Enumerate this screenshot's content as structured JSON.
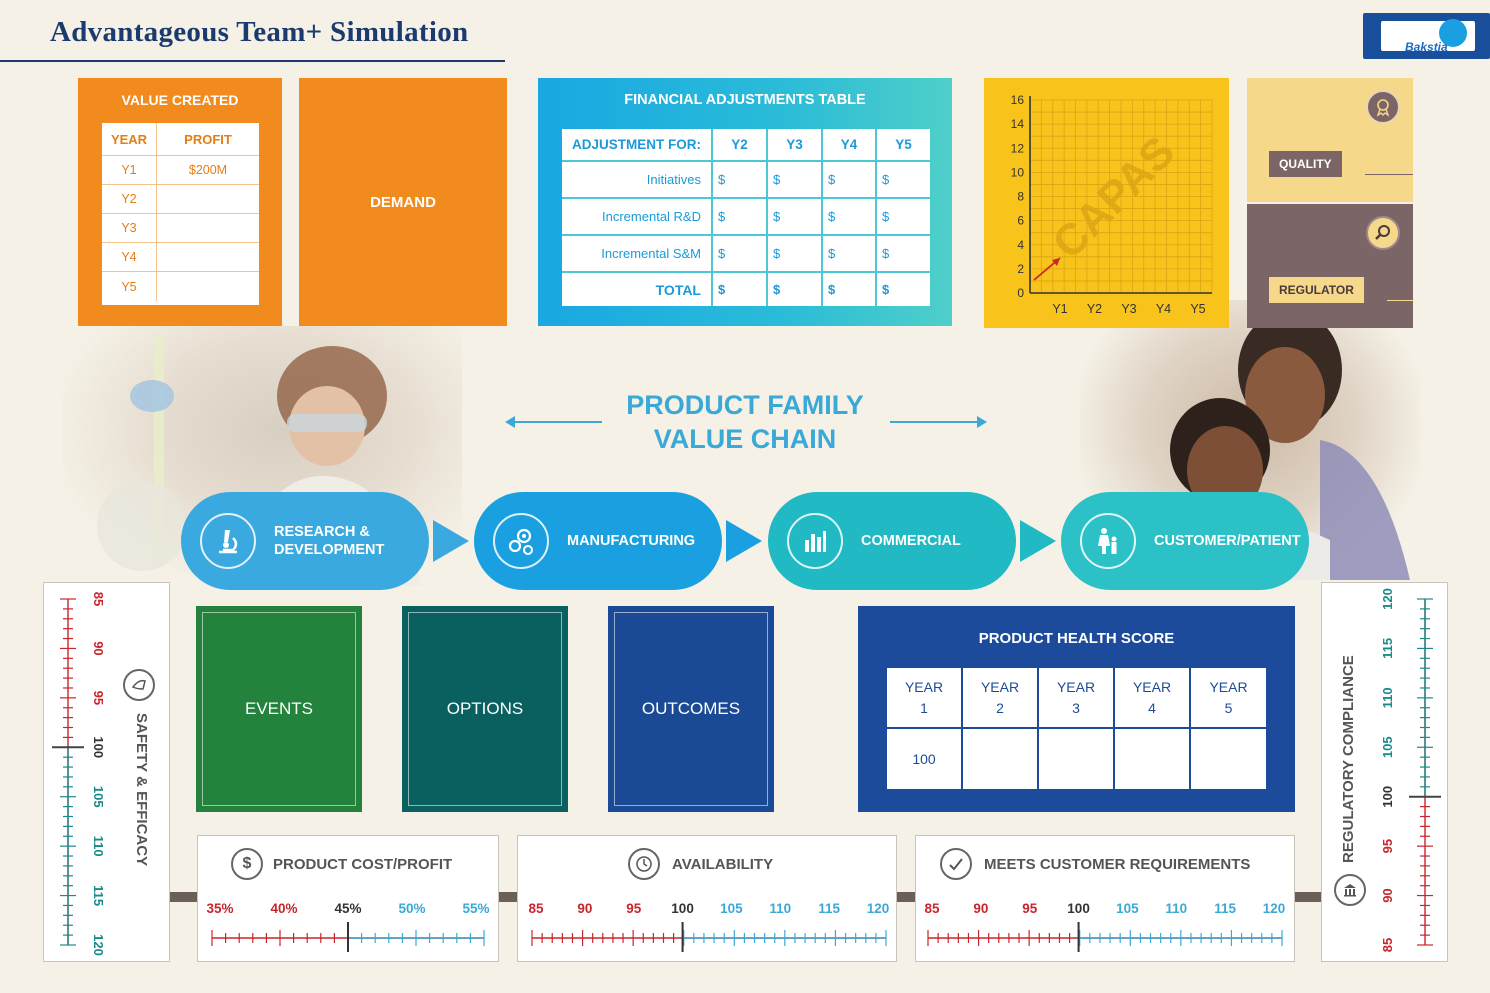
{
  "header": {
    "title": "Advantageous Team+ Simulation",
    "logo_text": "Bakstia"
  },
  "value_created": {
    "title": "VALUE CREATED",
    "headers": [
      "YEAR",
      "PROFIT"
    ],
    "rows": [
      [
        "Y1",
        "$200M"
      ],
      [
        "Y2",
        ""
      ],
      [
        "Y3",
        ""
      ],
      [
        "Y4",
        ""
      ],
      [
        "Y5",
        ""
      ]
    ]
  },
  "demand": {
    "label": "DEMAND"
  },
  "financial": {
    "title": "FINANCIAL ADJUSTMENTS TABLE",
    "headers": [
      "ADJUSTMENT FOR:",
      "Y2",
      "Y3",
      "Y4",
      "Y5"
    ],
    "rows": [
      {
        "label": "Initiatives",
        "cells": [
          "$",
          "$",
          "$",
          "$"
        ]
      },
      {
        "label": "Incremental R&D",
        "cells": [
          "$",
          "$",
          "$",
          "$"
        ]
      },
      {
        "label": "Incremental S&M",
        "cells": [
          "$",
          "$",
          "$",
          "$"
        ]
      },
      {
        "label": "TOTAL",
        "cells": [
          "$",
          "$",
          "$",
          "$"
        ]
      }
    ]
  },
  "capa_chart": {
    "watermark": "CAPAS",
    "y_ticks": [
      "0",
      "2",
      "4",
      "6",
      "8",
      "10",
      "12",
      "14",
      "16"
    ],
    "x_ticks": [
      "Y1",
      "Y2",
      "Y3",
      "Y4",
      "Y5"
    ]
  },
  "quality": {
    "label": "QUALITY"
  },
  "regulator": {
    "label": "REGULATOR"
  },
  "value_chain": {
    "title_line1": "PRODUCT FAMILY",
    "title_line2": "VALUE CHAIN",
    "stages": [
      {
        "label_line1": "RESEARCH &",
        "label_line2": "DEVELOPMENT",
        "icon": "microscope-icon",
        "color": "#3aa9e0"
      },
      {
        "label_line1": "MANUFACTURING",
        "label_line2": "",
        "icon": "gears-icon",
        "color": "#1aa0e0"
      },
      {
        "label_line1": "COMMERCIAL",
        "label_line2": "",
        "icon": "bar-chart-icon",
        "color": "#20b9c4"
      },
      {
        "label_line1": "CUSTOMER/PATIENT",
        "label_line2": "",
        "icon": "family-icon",
        "color": "#2cc0c7"
      }
    ]
  },
  "boxes": [
    {
      "label": "EVENTS",
      "color": "#23823c"
    },
    {
      "label": "OPTIONS",
      "color": "#0a605f"
    },
    {
      "label": "OUTCOMES",
      "color": "#1a4a95"
    }
  ],
  "health": {
    "title": "PRODUCT HEALTH SCORE",
    "headers": [
      [
        "YEAR",
        "1"
      ],
      [
        "YEAR",
        "2"
      ],
      [
        "YEAR",
        "3"
      ],
      [
        "YEAR",
        "4"
      ],
      [
        "YEAR",
        "5"
      ]
    ],
    "values": [
      "100",
      "",
      "",
      "",
      ""
    ]
  },
  "gauges": {
    "safety": {
      "title": "SAFETY & EFFICACY",
      "labels": [
        "85",
        "90",
        "95",
        "100",
        "105",
        "110",
        "115",
        "120"
      ],
      "pointer": "100"
    },
    "regulatory": {
      "title": "REGULATORY COMPLIANCE",
      "labels": [
        "85",
        "90",
        "95",
        "100",
        "105",
        "110",
        "115",
        "120"
      ],
      "pointer": "100"
    },
    "cost": {
      "title": "PRODUCT COST/PROFIT",
      "labels": [
        "35%",
        "40%",
        "45%",
        "50%",
        "55%"
      ],
      "pointer": "45%"
    },
    "availability": {
      "title": "AVAILABILITY",
      "labels": [
        "85",
        "90",
        "95",
        "100",
        "105",
        "110",
        "115",
        "120"
      ],
      "pointer": "100"
    },
    "requirements": {
      "title": "MEETS CUSTOMER REQUIREMENTS",
      "labels": [
        "85",
        "90",
        "95",
        "100",
        "105",
        "110",
        "115",
        "120"
      ],
      "pointer": "100"
    }
  },
  "colors": {
    "red": "#c9252c",
    "teal": "#1a8a8a",
    "blue": "#3aa9d8",
    "orange": "#f28b1e",
    "navy": "#1b3a6e"
  }
}
